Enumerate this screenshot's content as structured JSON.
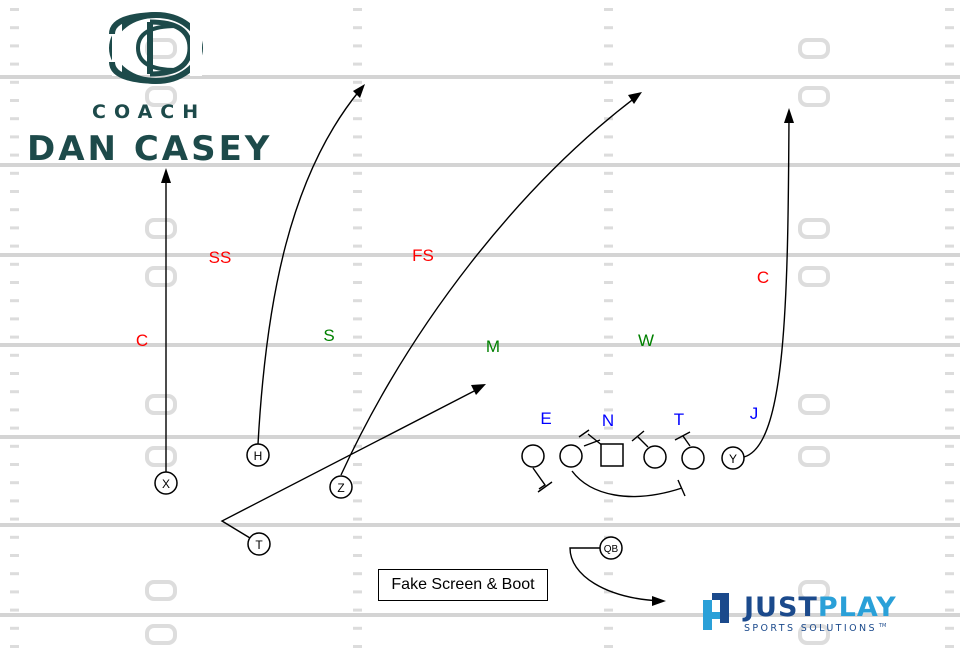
{
  "brand": {
    "coach_word": "COACH",
    "coach_name": "DAN CASEY",
    "monogram_letters": "DC",
    "color": "#1d4a4a"
  },
  "caption": "Fake Screen & Boot",
  "logo": {
    "just": "JUST",
    "play": "PLAY",
    "tagline": "SPORTS SOLUTIONS",
    "tm": "TM",
    "color_dark": "#1b4a8c",
    "color_light": "#2aa0d8"
  },
  "colors": {
    "defense_back": "#ff0000",
    "linebacker": "#008000",
    "line": "#0000ff",
    "field_line": "#d4d4d4",
    "route": "#000000"
  },
  "offense": [
    {
      "id": "X",
      "label": "X"
    },
    {
      "id": "H",
      "label": "H"
    },
    {
      "id": "Z",
      "label": "Z"
    },
    {
      "id": "T",
      "label": "T"
    },
    {
      "id": "Y",
      "label": "Y"
    },
    {
      "id": "QB",
      "label": "QB"
    },
    {
      "id": "LT",
      "label": ""
    },
    {
      "id": "LG",
      "label": ""
    },
    {
      "id": "RG",
      "label": ""
    },
    {
      "id": "RT",
      "label": ""
    },
    {
      "id": "CTR",
      "label": ""
    }
  ],
  "defense": [
    {
      "id": "SS",
      "label": "SS",
      "group": "back"
    },
    {
      "id": "FS",
      "label": "FS",
      "group": "back"
    },
    {
      "id": "CL",
      "label": "C",
      "group": "back"
    },
    {
      "id": "CR",
      "label": "C",
      "group": "back"
    },
    {
      "id": "S",
      "label": "S",
      "group": "lb"
    },
    {
      "id": "M",
      "label": "M",
      "group": "lb"
    },
    {
      "id": "W",
      "label": "W",
      "group": "lb"
    },
    {
      "id": "E",
      "label": "E",
      "group": "dl"
    },
    {
      "id": "N",
      "label": "N",
      "group": "dl"
    },
    {
      "id": "T",
      "label": "T",
      "group": "dl"
    },
    {
      "id": "J",
      "label": "J",
      "group": "dl"
    }
  ]
}
